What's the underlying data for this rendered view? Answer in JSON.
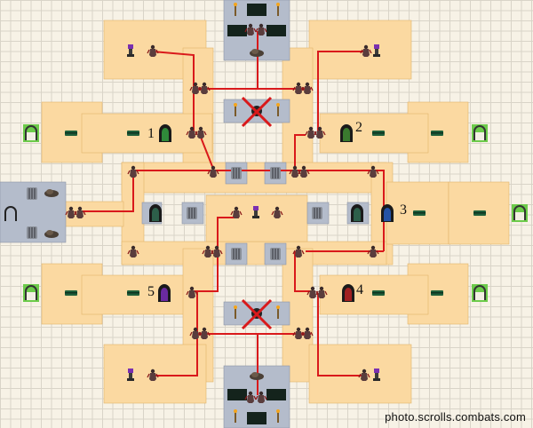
{
  "map": {
    "door_labels": [
      "1",
      "2",
      "3",
      "4",
      "5"
    ],
    "colors": {
      "floor": "#fbd9a1",
      "floor_edge": "#e2b46c",
      "stone": "#b4bccb",
      "path": "#d9191b",
      "exit": "#68c04a",
      "cross": "#d9191b"
    },
    "icons": [
      "entrance-arch-icon",
      "torch-icon",
      "monster-icon",
      "door-icon",
      "cage-icon",
      "chest-icon",
      "rubble-icon",
      "pedestal-icon",
      "crossed-out-mark-icon"
    ]
  },
  "watermark": "photo.scrolls.combats.com"
}
